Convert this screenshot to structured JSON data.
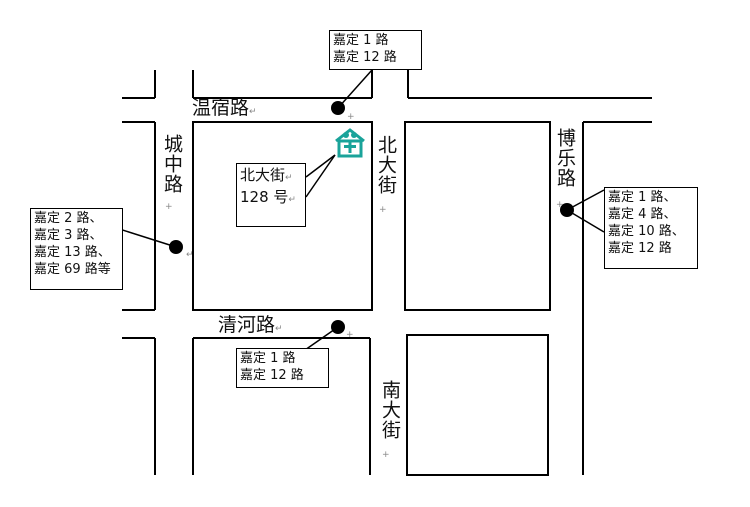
{
  "roads": {
    "wensu": "温宿路",
    "qinghe": "清河路",
    "chengzhong": "城中路",
    "beidajie": "北大街",
    "nandajie": "南大街",
    "bole": "博乐路"
  },
  "landmark": {
    "icon": "hotel-icon",
    "color": "#1aa39a",
    "line1": "北大街",
    "line2": "128 号"
  },
  "bus_stops": {
    "top": [
      "嘉定 1 路",
      "嘉定 12 路"
    ],
    "left": [
      "嘉定 2 路、",
      "嘉定 3 路、",
      "嘉定 13 路、",
      "嘉定 69 路等"
    ],
    "right": [
      "嘉定 1 路、",
      "嘉定 4 路、",
      "嘉定 10 路、",
      "嘉定 12 路"
    ],
    "bottom": [
      "嘉定 1 路",
      "嘉定 12 路"
    ]
  },
  "marks": {
    "return": "↵",
    "plus": "+"
  }
}
